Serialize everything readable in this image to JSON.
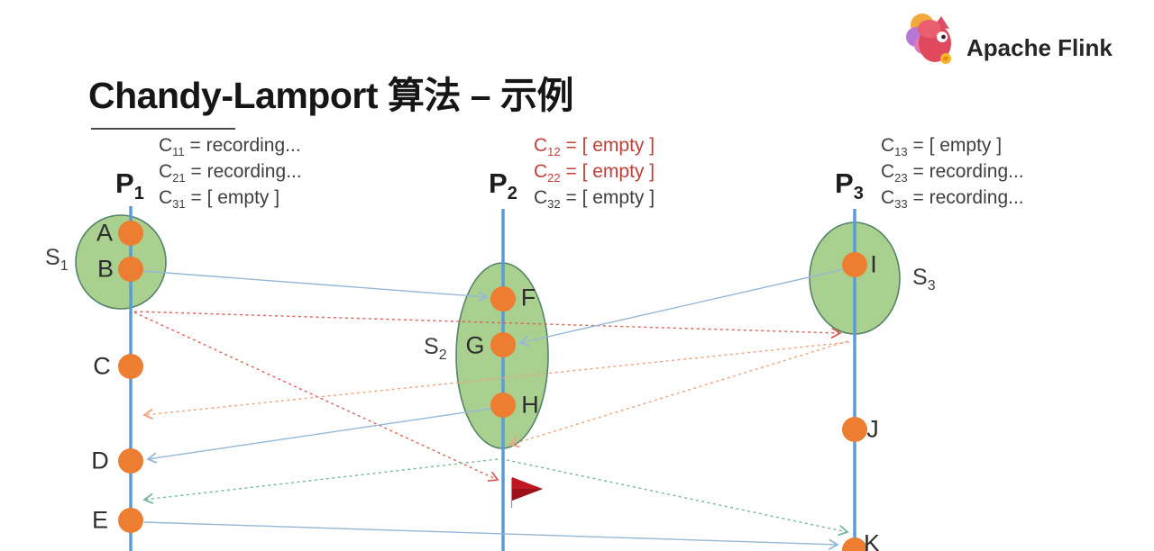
{
  "title": "Chandy-Lamport 算法 – 示例",
  "logo": {
    "text": "Apache Flink",
    "icon": "flink-squirrel"
  },
  "palette": {
    "timeline_blue": "#5B9BD5",
    "message_blue": "#94B8D8",
    "marker_red_from_p1": "#DD5F57",
    "marker_orange_from_p3": "#F0A27E",
    "marker_green_from_p2": "#74B99C",
    "snapshot_fill_green": "#A9D08E",
    "snapshot_border_green": "#55836A",
    "event_dot_orange": "#ED7D31",
    "flag_red": "#BF1722",
    "annotation_highlight_red": "#C0403A",
    "text_dark": "#3F3F3F"
  },
  "processes": [
    {
      "base": "P",
      "sub": "1"
    },
    {
      "base": "P",
      "sub": "2"
    },
    {
      "base": "P",
      "sub": "3"
    }
  ],
  "snapshots": [
    {
      "base": "S",
      "sub": "1"
    },
    {
      "base": "S",
      "sub": "2"
    },
    {
      "base": "S",
      "sub": "3"
    }
  ],
  "channel_states": [
    {
      "process": "P1",
      "lines": [
        {
          "base": "C",
          "sub": "11",
          "value": " = recording...",
          "highlight": false
        },
        {
          "base": "C",
          "sub": "21",
          "value": " = recording...",
          "highlight": false
        },
        {
          "base": "C",
          "sub": "31",
          "value": " = [ empty ]",
          "highlight": false
        }
      ]
    },
    {
      "process": "P2",
      "lines": [
        {
          "base": "C",
          "sub": "12",
          "value": " = [ empty ]",
          "highlight": true
        },
        {
          "base": "C",
          "sub": "22",
          "value": " = [ empty ]",
          "highlight": true
        },
        {
          "base": "C",
          "sub": "32",
          "value": " = [ empty ]",
          "highlight": false
        }
      ]
    },
    {
      "process": "P3",
      "lines": [
        {
          "base": "C",
          "sub": "13",
          "value": " = [ empty ]",
          "highlight": false
        },
        {
          "base": "C",
          "sub": "23",
          "value": " = recording...",
          "highlight": false
        },
        {
          "base": "C",
          "sub": "33",
          "value": " = recording...",
          "highlight": false
        }
      ]
    }
  ],
  "events": [
    "A",
    "B",
    "C",
    "D",
    "E",
    "F",
    "G",
    "H",
    "I",
    "J",
    "K"
  ]
}
